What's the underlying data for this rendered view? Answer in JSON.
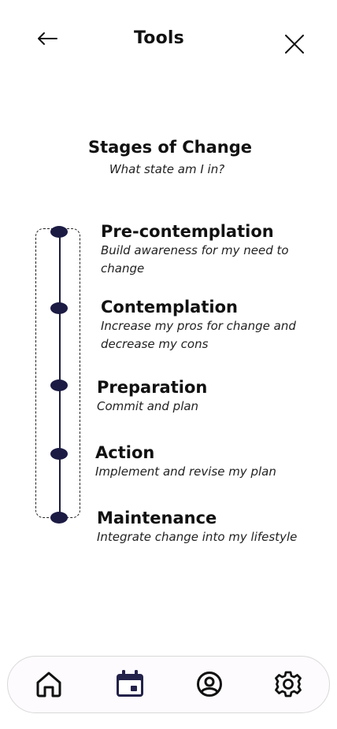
{
  "header": {
    "title": "Tools",
    "back_icon": "arrow-left-icon",
    "close_icon": "close-icon"
  },
  "section": {
    "title": "Stages of Change",
    "subtitle": "What state am I in?"
  },
  "stages": [
    {
      "name": "Pre-contemplation",
      "description": "Build awareness for my need to change"
    },
    {
      "name": "Contemplation",
      "description": "Increase my pros for change and decrease my cons"
    },
    {
      "name": "Preparation",
      "description": "Commit and plan"
    },
    {
      "name": "Action",
      "description": "Implement and revise my plan"
    },
    {
      "name": "Maintenance",
      "description": "Integrate change into my lifestyle"
    }
  ],
  "nav": {
    "items": [
      {
        "icon": "home-icon",
        "active": false
      },
      {
        "icon": "calendar-icon",
        "active": true
      },
      {
        "icon": "profile-icon",
        "active": false
      },
      {
        "icon": "settings-icon",
        "active": false
      }
    ]
  },
  "colors": {
    "dot": "#1c1b44",
    "active_nav": "#23224a",
    "text": "#111111"
  }
}
